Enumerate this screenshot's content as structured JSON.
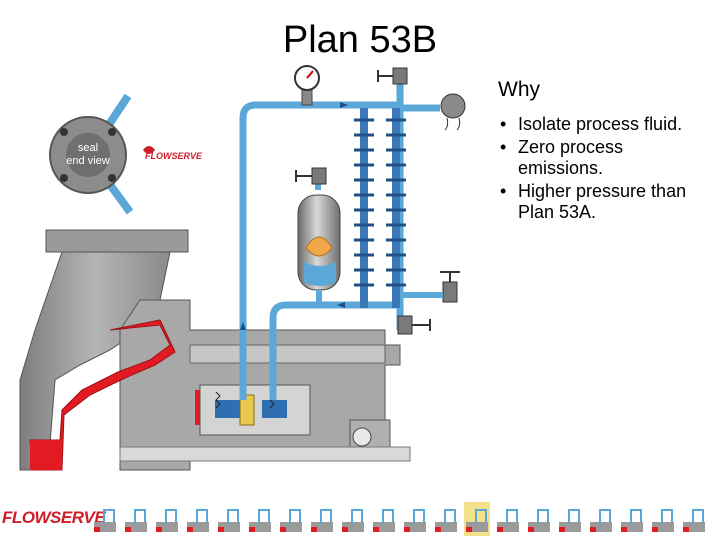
{
  "title": "Plan 53B",
  "why": {
    "heading": "Why",
    "bullets": [
      "Isolate process fluid.",
      "Zero process emissions.",
      "Higher pressure than Plan 53A."
    ]
  },
  "seal_view": {
    "line1": "seal",
    "line2": "end view"
  },
  "brand": "FLOWSERVE",
  "footer": {
    "brand": "FLOWSERVE",
    "thumbnail_count": 20,
    "highlighted_index": 12
  },
  "colors": {
    "pump_gray": "#9a9a9a",
    "process_red": "#e21b23",
    "barrier_blue": "#5aa7d8",
    "brand_red": "#cc1f2b",
    "highlight": "#f3e08a"
  }
}
